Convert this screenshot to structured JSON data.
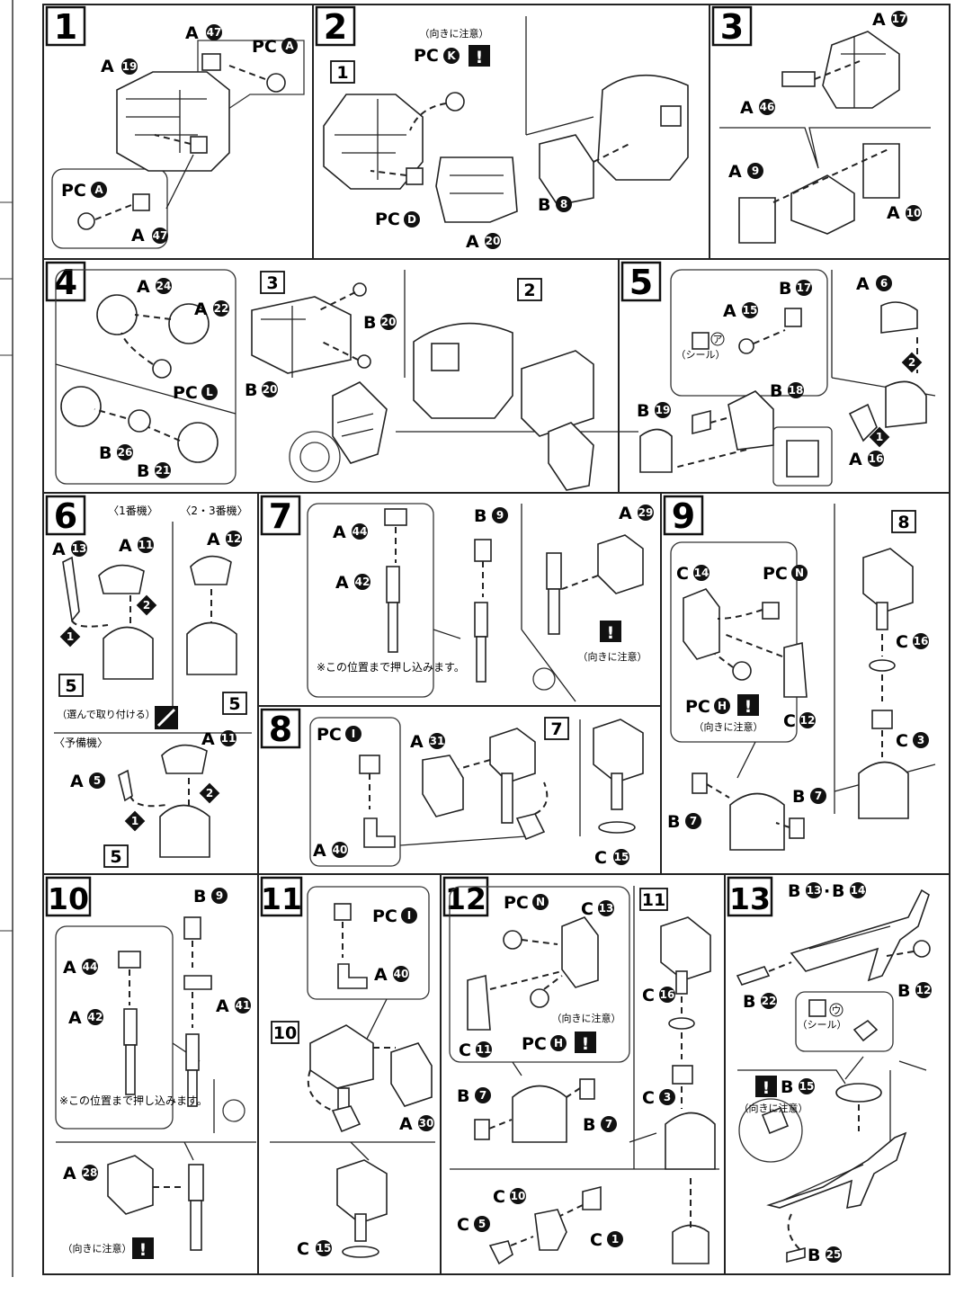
{
  "note_orient": "（向きに注意）",
  "note_push": "※この位置まで押し込みます。",
  "note_select": "（選んで取り付ける）",
  "note_seal": "（シール）",
  "unit1": "〈1番機〉",
  "unit23": "〈2・3番機〉",
  "unit_spare": "〈予備機〉",
  "seal_a": "ア",
  "seal_u": "ウ",
  "steps": [
    "1",
    "2",
    "3",
    "4",
    "5",
    "6",
    "7",
    "8",
    "9",
    "10",
    "11",
    "12",
    "13"
  ],
  "markers": {
    "bang": "!",
    "order1": "1",
    "order2": "2"
  },
  "refs": [
    "1",
    "2",
    "3",
    "5",
    "7",
    "8",
    "10",
    "11"
  ],
  "labels": {
    "s1_a19": "A",
    "s1_a47": "A",
    "s1_pca": "PC",
    "s1_pca2": "PC",
    "s1_a47b": "A",
    "s2_pck": "PC",
    "s2_pcd": "PC",
    "s2_a20": "A",
    "s2_b8": "B",
    "s3_a17": "A",
    "s3_a46": "A",
    "s3_a9": "A",
    "s3_a10": "A",
    "s4_a24": "A",
    "s4_a22": "A",
    "s4_pcl": "PC",
    "s4_b26": "B",
    "s4_b21": "B",
    "s4_b20": "B",
    "s4_b20b": "B",
    "s5_b17": "B",
    "s5_a15": "A",
    "s5_a6": "A",
    "s5_b18": "B",
    "s5_b19": "B",
    "s5_a16": "A",
    "s6_a13": "A",
    "s6_a11": "A",
    "s6_a12": "A",
    "s6_a11b": "A",
    "s6_a5": "A",
    "s7_a44": "A",
    "s7_a42": "A",
    "s7_b9": "B",
    "s7_a29": "A",
    "s8_pci": "PC",
    "s8_a40": "A",
    "s8_a31": "A",
    "s8_c15": "C",
    "s9_c14": "C",
    "s9_pcn": "PC",
    "s9_pch": "PC",
    "s9_c12": "C",
    "s9_b7": "B",
    "s9_b7b": "B",
    "s9_c16": "C",
    "s9_c3": "C",
    "s10_b9": "B",
    "s10_a44": "A",
    "s10_a42": "A",
    "s10_a41": "A",
    "s10_a28": "A",
    "s11_pci": "PC",
    "s11_a40": "A",
    "s11_a30": "A",
    "s11_c15": "C",
    "s12_pcn": "PC",
    "s12_c13": "C",
    "s12_c11": "C",
    "s12_pch": "PC",
    "s12_b7": "B",
    "s12_b7b": "B",
    "s12_c16": "C",
    "s12_c3": "C",
    "s12_c10": "C",
    "s12_c5": "C",
    "s12_c1": "C",
    "s13_b1314": "B",
    "s13_b14": "B",
    "s13_b22": "B",
    "s13_b12": "B",
    "s13_b15": "B",
    "s13_b25": "B"
  },
  "nums": {
    "s1_a19": "19",
    "s1_a47": "47",
    "s1_pca": "A",
    "s1_pca2": "A",
    "s1_a47b": "47",
    "s2_pck": "K",
    "s2_pcd": "D",
    "s2_a20": "20",
    "s2_b8": "8",
    "s3_a17": "17",
    "s3_a46": "46",
    "s3_a9": "9",
    "s3_a10": "10",
    "s4_a24": "24",
    "s4_a22": "22",
    "s4_pcl": "L",
    "s4_b26": "26",
    "s4_b21": "21",
    "s4_b20": "20",
    "s4_b20b": "20",
    "s5_b17": "17",
    "s5_a15": "15",
    "s5_a6": "6",
    "s5_b18": "18",
    "s5_b19": "19",
    "s5_a16": "16",
    "s6_a13": "13",
    "s6_a11": "11",
    "s6_a12": "12",
    "s6_a11b": "11",
    "s6_a5": "5",
    "s7_a44": "44",
    "s7_a42": "42",
    "s7_b9": "9",
    "s7_a29": "29",
    "s8_pci": "I",
    "s8_a40": "40",
    "s8_a31": "31",
    "s8_c15": "15",
    "s9_c14": "14",
    "s9_pcn": "N",
    "s9_pch": "H",
    "s9_c12": "12",
    "s9_b7": "7",
    "s9_b7b": "7",
    "s9_c16": "16",
    "s9_c3": "3",
    "s10_b9": "9",
    "s10_a44": "44",
    "s10_a42": "42",
    "s10_a41": "41",
    "s10_a28": "28",
    "s11_pci": "I",
    "s11_a40": "40",
    "s11_a30": "30",
    "s11_c15": "15",
    "s12_pcn": "N",
    "s12_c13": "13",
    "s12_c11": "11",
    "s12_pch": "H",
    "s12_b7": "7",
    "s12_b7b": "7",
    "s12_c16": "16",
    "s12_c3": "3",
    "s12_c10": "10",
    "s12_c5": "5",
    "s12_c1": "1",
    "s13_b1314": "13",
    "s13_b14": "14",
    "s13_b22": "22",
    "s13_b12": "12",
    "s13_b15": "15",
    "s13_b25": "25"
  }
}
